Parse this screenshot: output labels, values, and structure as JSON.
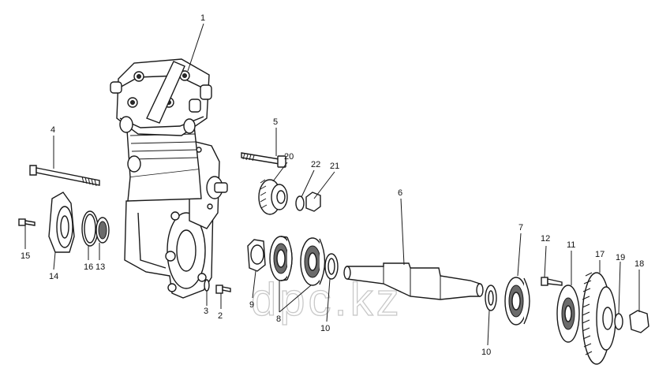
{
  "diagram": {
    "watermark": "dpc.kz",
    "callouts": [
      {
        "id": "c1",
        "label": "1"
      },
      {
        "id": "c4",
        "label": "4"
      },
      {
        "id": "c5",
        "label": "5"
      },
      {
        "id": "c20",
        "label": "20"
      },
      {
        "id": "c22",
        "label": "22"
      },
      {
        "id": "c21",
        "label": "21"
      },
      {
        "id": "c6",
        "label": "6"
      },
      {
        "id": "c7",
        "label": "7"
      },
      {
        "id": "c12",
        "label": "12"
      },
      {
        "id": "c11",
        "label": "11"
      },
      {
        "id": "c17",
        "label": "17"
      },
      {
        "id": "c19",
        "label": "19"
      },
      {
        "id": "c18",
        "label": "18"
      },
      {
        "id": "c15",
        "label": "15"
      },
      {
        "id": "c14",
        "label": "14"
      },
      {
        "id": "c16",
        "label": "16"
      },
      {
        "id": "c13",
        "label": "13"
      },
      {
        "id": "c3",
        "label": "3"
      },
      {
        "id": "c2",
        "label": "2"
      },
      {
        "id": "c9",
        "label": "9"
      },
      {
        "id": "c8",
        "label": "8"
      },
      {
        "id": "c10a",
        "label": "10"
      },
      {
        "id": "c10b",
        "label": "10"
      }
    ]
  }
}
